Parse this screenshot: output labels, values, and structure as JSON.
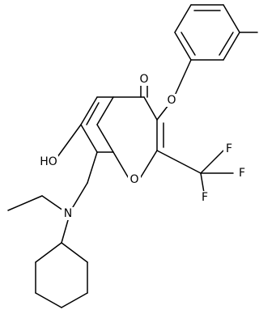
{
  "structure": {
    "atom_labels": {
      "carbonyl_oxygen": "O",
      "ether_oxygen": "O",
      "ring_oxygen": "O",
      "hydroxyl": "HO",
      "fluorine_top": "F",
      "fluorine_right": "F",
      "fluorine_bottom": "F",
      "nitrogen": "N"
    }
  }
}
